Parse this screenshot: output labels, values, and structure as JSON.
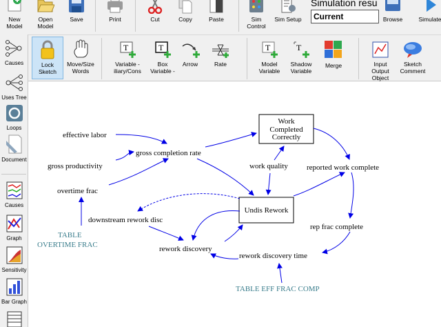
{
  "toolbar_main": {
    "new_model": "New\nModel",
    "open_model": "Open\nModel",
    "save": "Save",
    "print": "Print",
    "cut": "Cut",
    "copy": "Copy",
    "paste": "Paste",
    "sim_control": "Sim\nControl",
    "sim_setup": "Sim Setup",
    "simulation_title": "Simulation resu",
    "run_name": "Current",
    "browse": "Browse",
    "simulate": "Simulate"
  },
  "toolbar_sketch": {
    "causes": "Causes",
    "lock_sketch": "Lock\nSketch",
    "move_size": "Move/Size\nWords",
    "variable": "Variable -\niliary/Cons",
    "box_variable": "Box\nVariable -",
    "arrow": "Arrow",
    "rate": "Rate",
    "model_variable": "Model\nVariable",
    "shadow_variable": "Shadow\nVariable",
    "merge": "Merge",
    "input_output": "Input\nOutput\nObject",
    "sketch_comment": "Sketch\nComment"
  },
  "side_tools": {
    "uses_tree": "Uses Tree",
    "loops": "Loops",
    "document": "Document",
    "causes": "Causes",
    "graph": "Graph",
    "sensitivity": "Sensitivity",
    "bar_graph": "Bar Graph"
  },
  "diagram": {
    "effective_labor": "effective labor",
    "gross_completion_rate": "gross completion rate",
    "gross_productivity": "gross productivity",
    "overtime_frac": "overtime frac",
    "table_overtime_frac_1": "TABLE",
    "table_overtime_frac_2": "OVERTIME FRAC",
    "work_completed_correctly_1": "Work",
    "work_completed_correctly_2": "Completed",
    "work_completed_correctly_3": "Correctly",
    "work_quality": "work quality",
    "reported_work_complete": "reported work complete",
    "undis_rework": "Undis Rework",
    "downstream_rework_disc": "downstream rework disc",
    "rep_frac_complete": "rep frac complete",
    "rework_discovery": "rework discovery",
    "rework_discovery_time": "rework discovery time",
    "table_eff_frac_comp": "TABLE EFF FRAC COMP"
  },
  "colors": {
    "link": "#0000e6",
    "table_text": "#3a7d8c",
    "toolbar_bg": "#f0f0f0",
    "selected_tool_bg": "#cce4f7"
  }
}
